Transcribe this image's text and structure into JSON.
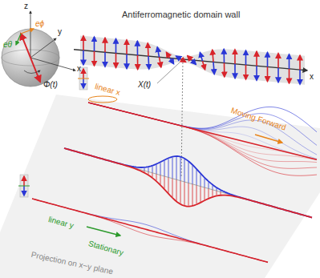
{
  "diagram": {
    "labels": [
      "Antiferromagnetic domain wall",
      "z",
      "y",
      "x",
      "eθ",
      "eϕ",
      "Φ(t)",
      "X(t)",
      "x",
      "linear x",
      "Moving Forward",
      "linear y",
      "Stationary",
      "Projection on x−y plane"
    ]
  }
}
